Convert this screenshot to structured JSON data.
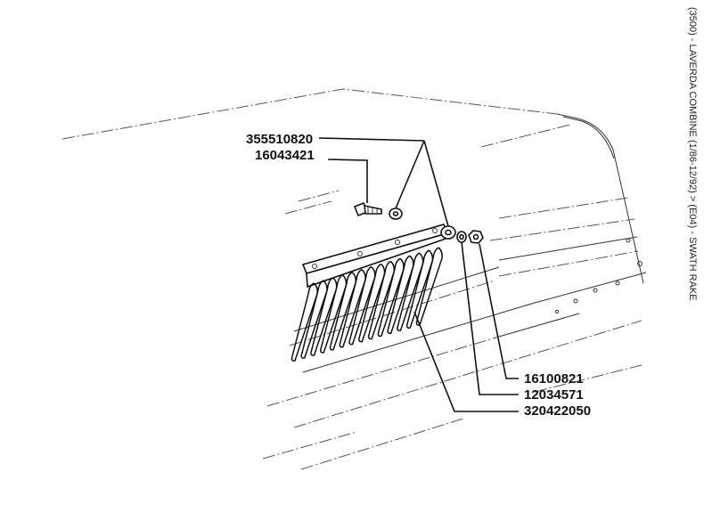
{
  "side_title": "(3500) - LAVERDA COMBINE (1/86-12/92) > (E04) - SWATH RAKE",
  "labels": {
    "p1": "355510820",
    "p2": "16043421",
    "p3": "16100821",
    "p4": "12034571",
    "p5": "320422050"
  }
}
